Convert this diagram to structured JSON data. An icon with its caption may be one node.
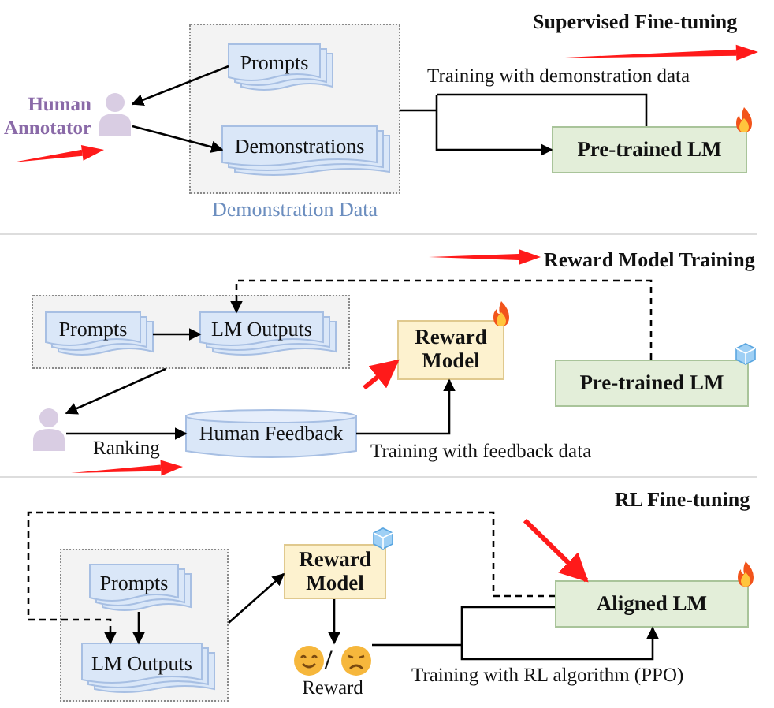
{
  "diagram": {
    "nodes": [
      {
        "text": [],
        "shape": "person",
        "beside": [
          "Human Annotator"
        ]
      },
      {
        "text": [
          "Demonstration Data"
        ]
      },
      {
        "text": [
          "Prompts"
        ],
        "in": 1
      },
      {
        "text": [
          "Demonstrations"
        ],
        "in": 1
      },
      {
        "text": [
          "Pre-trained LM"
        ]
      },
      {
        "text": [],
        "shape": "box"
      },
      {
        "text": [
          "Prompts"
        ],
        "in": 5
      },
      {
        "text": [
          "LM Outputs"
        ],
        "in": 5
      },
      {
        "text": [],
        "shape": "person"
      },
      {
        "text": [
          "Human Feedback"
        ]
      },
      {
        "text": [
          "Reward Model"
        ]
      },
      {
        "text": [
          "Pre-trained LM"
        ]
      },
      {
        "text": [],
        "shape": "box"
      },
      {
        "text": [
          "Prompts"
        ],
        "in": 12
      },
      {
        "text": [
          "LM Outputs"
        ],
        "in": 12
      },
      {
        "text": [
          "Reward Model"
        ]
      },
      {
        "text": [
          "Reward"
        ]
      },
      {
        "text": [
          "Aligned LM"
        ]
      }
    ],
    "edges": [
      {
        "from": 2,
        "to": 0,
        "arrow": "to"
      },
      {
        "from": 0,
        "to": 3,
        "arrow": "to"
      },
      {
        "from": 1,
        "to": 4,
        "arrow": "to",
        "label": "Training with demonstration data"
      },
      {
        "from": 6,
        "to": 7,
        "arrow": "to"
      },
      {
        "from": 11,
        "to": 7,
        "arrow": "to",
        "style": "dashed"
      },
      {
        "from": 5,
        "to": 8,
        "arrow": "to"
      },
      {
        "from": 8,
        "to": 9,
        "arrow": "to",
        "label": "Ranking"
      },
      {
        "from": 9,
        "to": 10,
        "arrow": "to",
        "label": "Training with feedback data"
      },
      {
        "from": null,
        "to": 10,
        "arrow": "to",
        "style": "thick",
        "color": "#ff1a1a"
      },
      {
        "from": 13,
        "to": 14,
        "arrow": "to"
      },
      {
        "from": 17,
        "to": 14,
        "arrow": "to",
        "style": "dashed"
      },
      {
        "from": 12,
        "to": 15,
        "arrow": "to"
      },
      {
        "from": 15,
        "to": 16,
        "arrow": "to"
      },
      {
        "from": 16,
        "to": 17,
        "arrow": "to",
        "label": "Training with RL algorithm (PPO)"
      },
      {
        "from": null,
        "to": 17,
        "arrow": "to",
        "style": "thick",
        "color": "#ff1a1a"
      }
    ],
    "labels": [
      "Supervised Fine-tuning",
      "Reward Model Training",
      "/",
      "RL Fine-tuning"
    ]
  }
}
